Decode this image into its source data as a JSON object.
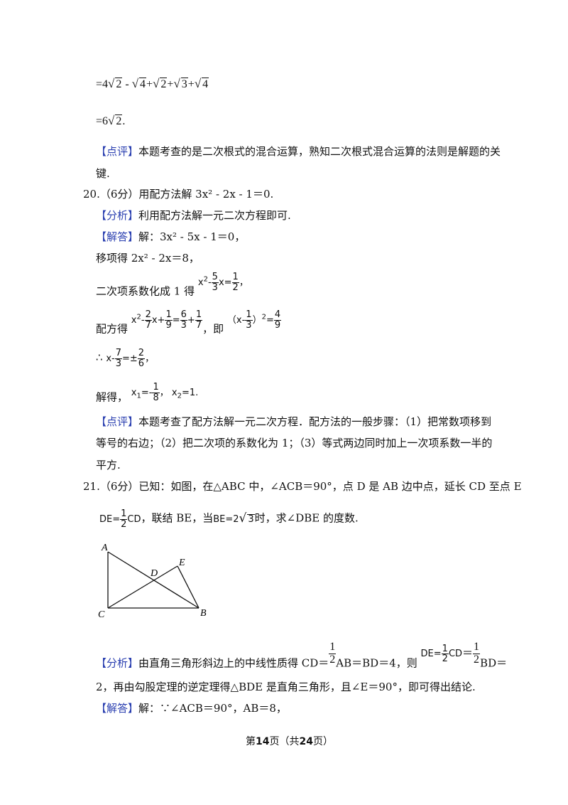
{
  "top_eq1": {
    "eq": "=",
    "c4": "4",
    "r2a": "2",
    "minus": " - ",
    "r4a": "4",
    "plus1": "+",
    "r2b": "2",
    "plus2": "+",
    "r3": "3",
    "plus3": "+",
    "r4b": "4"
  },
  "top_eq2": {
    "eq": "=",
    "c6": "6",
    "r2": "2",
    "dot": "."
  },
  "dianping1": {
    "tag": "【点评】",
    "line1": "本题考查的是二次根式的混合运算，熟知二次根式混合运算的法则是解题的关",
    "line2": "键."
  },
  "q20": {
    "question": "20.（6分）用配方法解 3x² - 2x - 1＝0.",
    "fenxi_tag": "【分析】",
    "fenxi": "利用配方法解一元二次方程即可.",
    "jieda_tag": "【解答】",
    "jieda": "解：3x² - 5x - 1＝0，",
    "step1": "移项得 2x² - 2x＝8，",
    "step2_label": "二次项系数化成 1 得",
    "step2_x2": "x",
    "step2_sup": "2",
    "step2_mid": "x=",
    "step2_f1n": "5",
    "step2_f1d": "3",
    "step2_f2n": "1",
    "step2_f2d": "2",
    "step2_end": "，",
    "step3_label": "配方得",
    "step3_x2": "x",
    "step3_sup": "2",
    "step3_f1n": "2",
    "step3_f1d": "7",
    "step3_x": "x+",
    "step3_f2n": "1",
    "step3_f2d": "9",
    "step3_eq": "=",
    "step3_f3n": "6",
    "step3_f3d": "3",
    "step3_plus": "+",
    "step3_f4n": "1",
    "step3_f4d": "7",
    "step3_ji": "，即",
    "step3_paren": "（x-",
    "step3_f5n": "1",
    "step3_f5d": "3",
    "step3_close": "）",
    "step3_sup2": "2",
    "step3_eq2": "=",
    "step3_f6n": "4",
    "step3_f6d": "9",
    "step4_therefore": "∴",
    "step4_x": "x-",
    "step4_f1n": "7",
    "step4_f1d": "3",
    "step4_pm": "=±",
    "step4_f2n": "2",
    "step4_f2d": "6",
    "step4_end": "，",
    "step5_label": "解得，",
    "step5_x1": "x",
    "step5_sub1": "1",
    "step5_eq1": "=-",
    "step5_fn": "1",
    "step5_fd": "8",
    "step5_comma": "，",
    "step5_x2": "x",
    "step5_sub2": "2",
    "step5_eq2": "=1",
    "step5_end": ".",
    "dianping_tag": "【点评】",
    "dianping_l1": "本题考查了配方法解一元二次方程．配方法的一般步骤：（1）把常数项移到",
    "dianping_l2": "等号的右边；（2）把二次项的系数化为 1；（3）等式两边同时加上一次项系数一半的",
    "dianping_l3": "平方."
  },
  "q21": {
    "question": "21.（6分）已知：如图，在△ABC 中，∠ACB＝90°，点 D 是 AB 边中点，延长 CD 至点 E",
    "cond_de": "DE=",
    "cond_fn": "1",
    "cond_fd": "2",
    "cond_cd": "CD",
    "cond_text1": "，联结 BE，当",
    "cond_be": "BE=2",
    "cond_r3": "3",
    "cond_text2": "时，求∠DBE 的度数.",
    "fig": {
      "A": "A",
      "B": "B",
      "C": "C",
      "D": "D",
      "E": "E"
    },
    "fenxi_tag": "【分析】",
    "fenxi_a": "由直角三角形斜边上的中线性质得 CD＝",
    "fenxi_fn": "1",
    "fenxi_fd": "2",
    "fenxi_b": "AB＝BD＝4，则",
    "fenxi_de": "DE=",
    "fenxi_f2n": "1",
    "fenxi_f2d": "2",
    "fenxi_cd": "CD",
    "fenxi_eq": "＝",
    "fenxi_f3n": "1",
    "fenxi_f3d": "2",
    "fenxi_bd": "BD＝",
    "fenxi_l2": "2，再由勾股定理的逆定理得△BDE 是直角三角形，且∠E＝90°，即可得出结论.",
    "jieda_tag": "【解答】",
    "jieda": "解：∵∠ACB＝90°，AB＝8，"
  },
  "footer": {
    "pre": "第",
    "page": "14",
    "mid": "页（共",
    "total": "24",
    "post": "页）"
  }
}
